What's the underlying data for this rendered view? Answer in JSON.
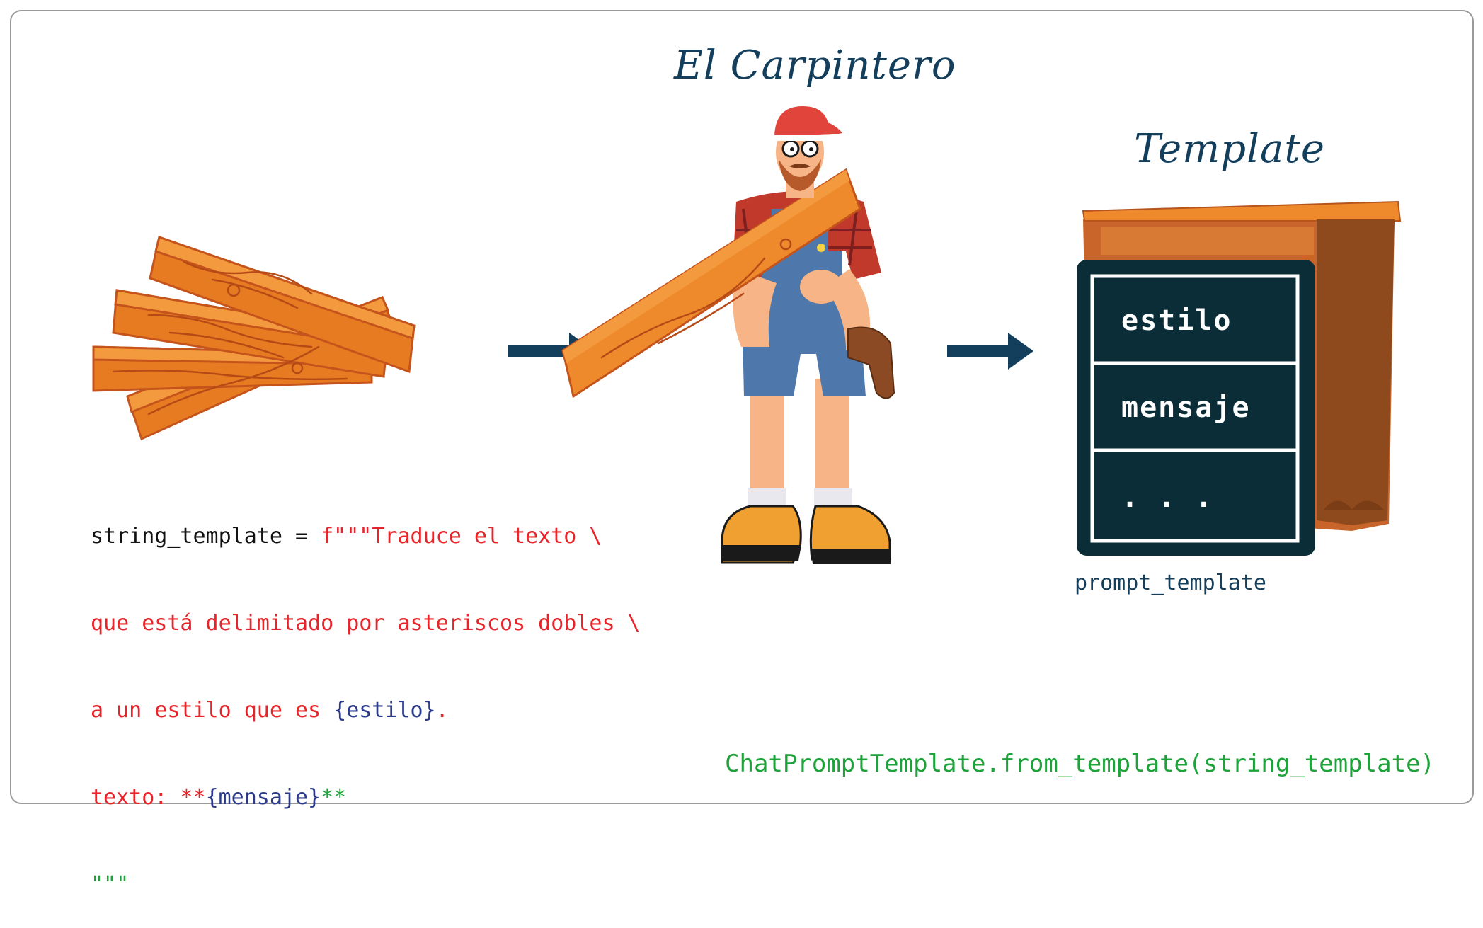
{
  "diagram": {
    "title": "El Carpintero",
    "template_title": "Template",
    "code": {
      "line1_a": "string_template = ",
      "line1_b": "f\"\"\"Traduce el texto \\",
      "line2": "que está delimitado por asteriscos dobles \\",
      "line3_a": "a un estilo que es ",
      "line3_b": "{estilo}",
      "line3_c": ".",
      "line4_a": "texto: **",
      "line4_b": "{mensaje}",
      "line4_c": "**",
      "line5": "\"\"\""
    },
    "drawers": [
      "estilo",
      "mensaje",
      ". . ."
    ],
    "cabinet_caption": "prompt_template",
    "footer": "ChatPromptTemplate.from_template(string_template)",
    "colors": {
      "navy": "#143f5c",
      "wood": "#ef8a2c",
      "code_red": "#e8242a",
      "code_blue": "#2b3a8a",
      "code_green": "#1ea33a"
    }
  }
}
